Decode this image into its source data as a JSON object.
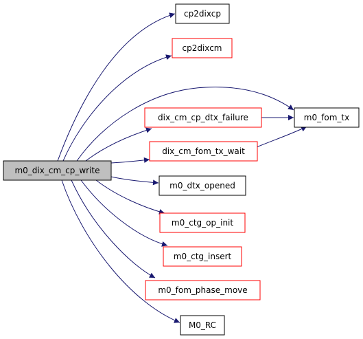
{
  "graph": {
    "root": {
      "label": "m0_dix_cm_cp_write"
    },
    "nodes": {
      "cp2dixcp": {
        "label": "cp2dixcp",
        "border": "#000000"
      },
      "cp2dixcm": {
        "label": "cp2dixcm",
        "border": "#ff0000"
      },
      "dtx_failure": {
        "label": "dix_cm_cp_dtx_failure",
        "border": "#ff0000"
      },
      "fom_tx_wait": {
        "label": "dix_cm_fom_tx_wait",
        "border": "#ff0000"
      },
      "dtx_opened": {
        "label": "m0_dtx_opened",
        "border": "#000000"
      },
      "ctg_op_init": {
        "label": "m0_ctg_op_init",
        "border": "#ff0000"
      },
      "ctg_insert": {
        "label": "m0_ctg_insert",
        "border": "#ff0000"
      },
      "fom_phase_move": {
        "label": "m0_fom_phase_move",
        "border": "#ff0000"
      },
      "rc": {
        "label": "M0_RC",
        "border": "#000000"
      },
      "fom_tx": {
        "label": "m0_fom_tx",
        "border": "#000000"
      }
    },
    "edges": [
      [
        "root",
        "cp2dixcp"
      ],
      [
        "root",
        "cp2dixcm"
      ],
      [
        "root",
        "fom_tx"
      ],
      [
        "root",
        "dtx_failure"
      ],
      [
        "root",
        "fom_tx_wait"
      ],
      [
        "root",
        "dtx_opened"
      ],
      [
        "root",
        "ctg_op_init"
      ],
      [
        "root",
        "ctg_insert"
      ],
      [
        "root",
        "fom_phase_move"
      ],
      [
        "root",
        "rc"
      ],
      [
        "dtx_failure",
        "fom_tx"
      ],
      [
        "fom_tx_wait",
        "fom_tx"
      ]
    ],
    "colors": {
      "edge": "#191970",
      "root_fill": "#bfbfbf",
      "node_fill": "#ffffff"
    }
  }
}
